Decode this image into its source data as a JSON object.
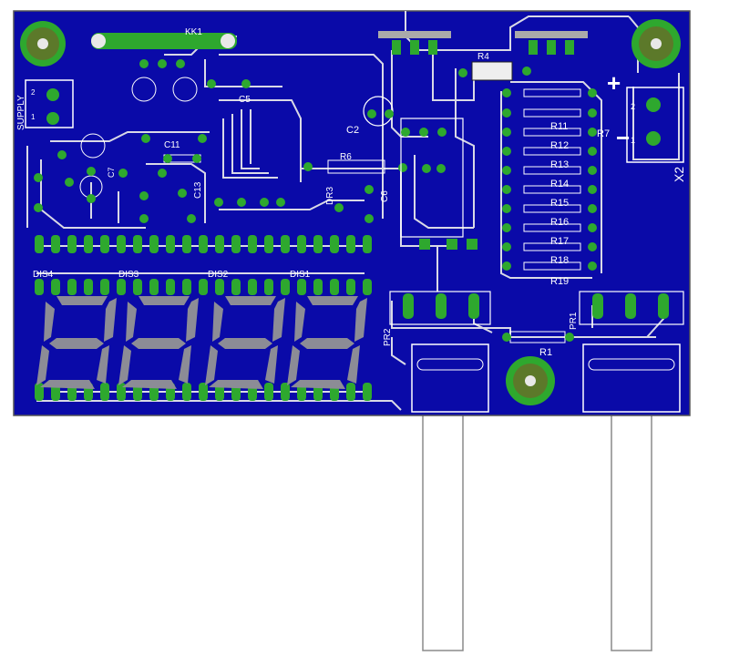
{
  "board": {
    "colors": {
      "substrate": "#0a0aa8",
      "trace": "#d9d9e6",
      "pad": "#2ea82e",
      "silk": "#ffffff",
      "seg": "#8c8c96",
      "hole": "#e8e8e8",
      "outline": "#555555"
    }
  },
  "labels": {
    "kk1": "KK1",
    "supply": "SUPPLY",
    "x2": "X2",
    "c2": "C2",
    "c5": "C5",
    "c6": "C6",
    "c7": "C7",
    "c11": "C11",
    "c13": "C13",
    "r1": "R1",
    "r4": "R4",
    "r6": "R6",
    "r7": "R7",
    "r11": "R11",
    "r12": "R12",
    "r13": "R13",
    "r14": "R14",
    "r15": "R15",
    "r16": "R16",
    "r17": "R17",
    "r18": "R18",
    "r19": "R19",
    "pr1": "PR1",
    "pr2": "PR2",
    "dr3": "DR3",
    "dis1": "DIS1",
    "dis2": "DIS2",
    "dis3": "DIS3",
    "dis4": "DIS4",
    "plus": "+",
    "minus": "−",
    "term1": "1",
    "term2": "2"
  }
}
